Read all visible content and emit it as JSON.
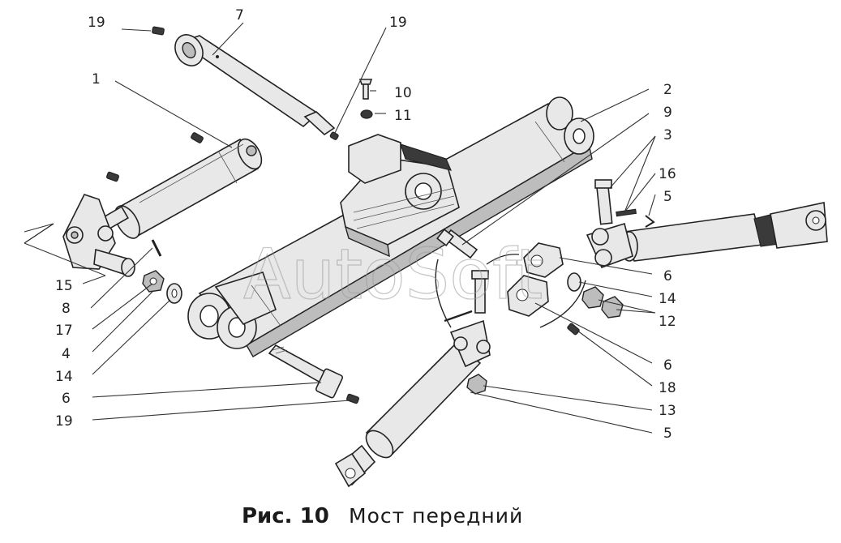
{
  "watermark": "AutoSoft",
  "caption": {
    "figure": "Рис. 10",
    "title": "Мост передний"
  },
  "callouts": [
    "19",
    "7",
    "19",
    "1",
    "10",
    "11",
    "2",
    "9",
    "3",
    "16",
    "5",
    "15",
    "8",
    "17",
    "4",
    "14",
    "6",
    "6",
    "14",
    "12",
    "6",
    "18",
    "13",
    "5",
    "19"
  ]
}
